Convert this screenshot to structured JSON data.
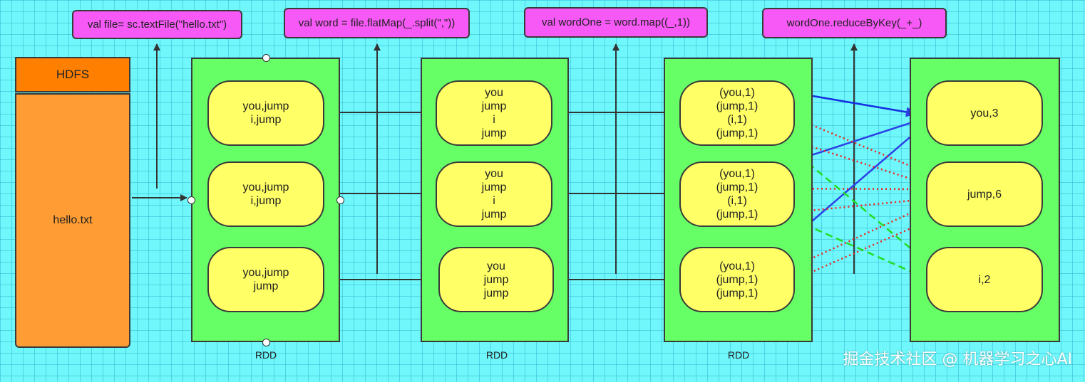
{
  "code": {
    "textfile": "val file= sc.textFile(\"hello.txt\")",
    "flatmap": "val word = file.flatMap(_.split(\",\"))",
    "map": "val wordOne = word.map((_,1))",
    "reduce": "wordOne.reduceByKey(_+_)"
  },
  "hdfs": {
    "title": "HDFS",
    "file": "hello.txt"
  },
  "rdd_label": "RDD",
  "rdd1": [
    [
      "you,jump",
      "i,jump"
    ],
    [
      "you,jump",
      "i,jump"
    ],
    [
      "you,jump",
      "jump"
    ]
  ],
  "rdd2": [
    [
      "you",
      "jump",
      "i",
      "jump"
    ],
    [
      "you",
      "jump",
      "i",
      "jump"
    ],
    [
      "you",
      "jump",
      "jump"
    ]
  ],
  "rdd3": [
    [
      "(you,1)",
      "(jump,1)",
      "(i,1)",
      "(jump,1)"
    ],
    [
      "(you,1)",
      "(jump,1)",
      "(i,1)",
      "(jump,1)"
    ],
    [
      "(you,1)",
      "(jump,1)",
      "(jump,1)"
    ]
  ],
  "rdd4": [
    [
      "you,3"
    ],
    [
      "jump,6"
    ],
    [
      "i,2"
    ]
  ],
  "colors": {
    "you_arrow": "#2b3fe6",
    "jump_arrow": "#f0201c",
    "i_arrow": "#22dd22"
  },
  "watermark": "掘金技术社区 @ 机器学习之心AI"
}
